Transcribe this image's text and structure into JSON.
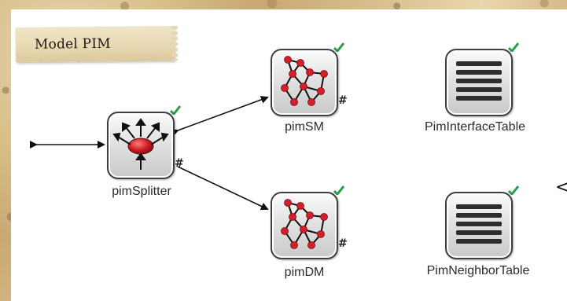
{
  "diagram": {
    "title": "Model PIM",
    "modules": [
      {
        "id": "pimSplitter",
        "label": "pimSplitter",
        "icon": "splitter-icon"
      },
      {
        "id": "pimSM",
        "label": "pimSM",
        "icon": "network-icon"
      },
      {
        "id": "pimDM",
        "label": "pimDM",
        "icon": "network-icon"
      },
      {
        "id": "pimInterfaceTable",
        "label": "PimInterfaceTable",
        "icon": "table-icon"
      },
      {
        "id": "pimNeighborTable",
        "label": "PimNeighborTable",
        "icon": "table-icon"
      }
    ],
    "gate_marker": "#",
    "edge_glyph": "<",
    "colors": {
      "canvas": "#ffffff",
      "node_red": "#d4202a",
      "check_green": "#2a9d4a",
      "edge": "#111111"
    }
  }
}
